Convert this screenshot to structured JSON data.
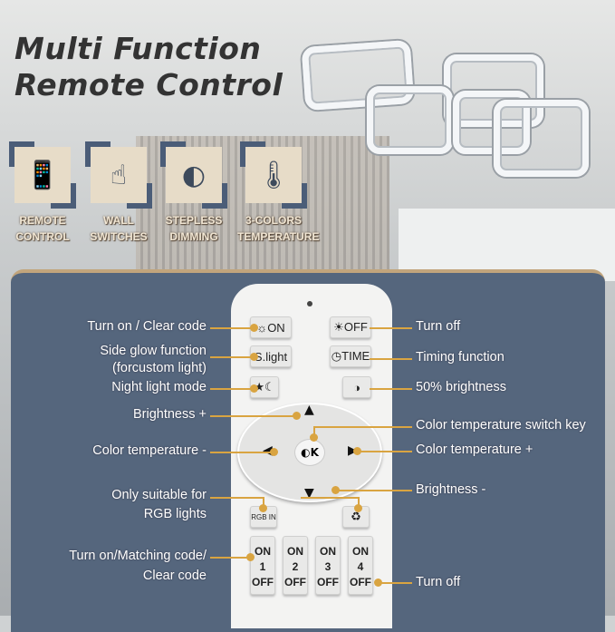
{
  "title": {
    "line1": "Multi Function",
    "line2": "Remote Control"
  },
  "features": [
    {
      "icon": "remote-icon",
      "glyph": "📱",
      "label1": "REMOTE",
      "label2": "CONTROL"
    },
    {
      "icon": "hand-switch-icon",
      "glyph": "☝",
      "label1": "WALL",
      "label2": "SWITCHES"
    },
    {
      "icon": "half-sun-icon",
      "glyph": "◐",
      "label1": "STEPLESS",
      "label2": "DIMMING"
    },
    {
      "icon": "thermometer-icon",
      "glyph": "🌡",
      "label1": "3-COLORS",
      "label2": "TEMPERATURE"
    }
  ],
  "remote": {
    "on": "☼ON",
    "off": "☀OFF",
    "slight": "S.light",
    "time": "◷TIME",
    "night": "★☾",
    "half": "◑",
    "up": "▲",
    "down": "▼",
    "left": "◀",
    "right": "▶",
    "center": "◐K",
    "rgb": "RGB IN",
    "recycle": "♻",
    "zones": [
      {
        "on": "ON",
        "n": "1",
        "off": "OFF"
      },
      {
        "on": "ON",
        "n": "2",
        "off": "OFF"
      },
      {
        "on": "ON",
        "n": "3",
        "off": "OFF"
      },
      {
        "on": "ON",
        "n": "4",
        "off": "OFF"
      }
    ]
  },
  "left_labels": {
    "turn_on": "Turn on / Clear code",
    "side_glow": "Side glow function",
    "side_glow2": "(forcustom light)",
    "night": "Night light mode",
    "bright_up": "Brightness +",
    "ct_minus": "Color temperature -",
    "rgb1": "Only suitable for",
    "rgb2": "RGB lights",
    "match1": "Turn on/Matching code/",
    "match2": "Clear code"
  },
  "right_labels": {
    "turn_off": "Turn off",
    "timing": "Timing function",
    "half": "50% brightness",
    "ct_switch": "Color temperature switch key",
    "ct_plus": "Color temperature +",
    "bright_down": "Brightness -",
    "turn_off2": "Turn off"
  },
  "colors": {
    "panel": "#55667d",
    "accent": "#d9a441",
    "tan": "#e7dcc8"
  }
}
